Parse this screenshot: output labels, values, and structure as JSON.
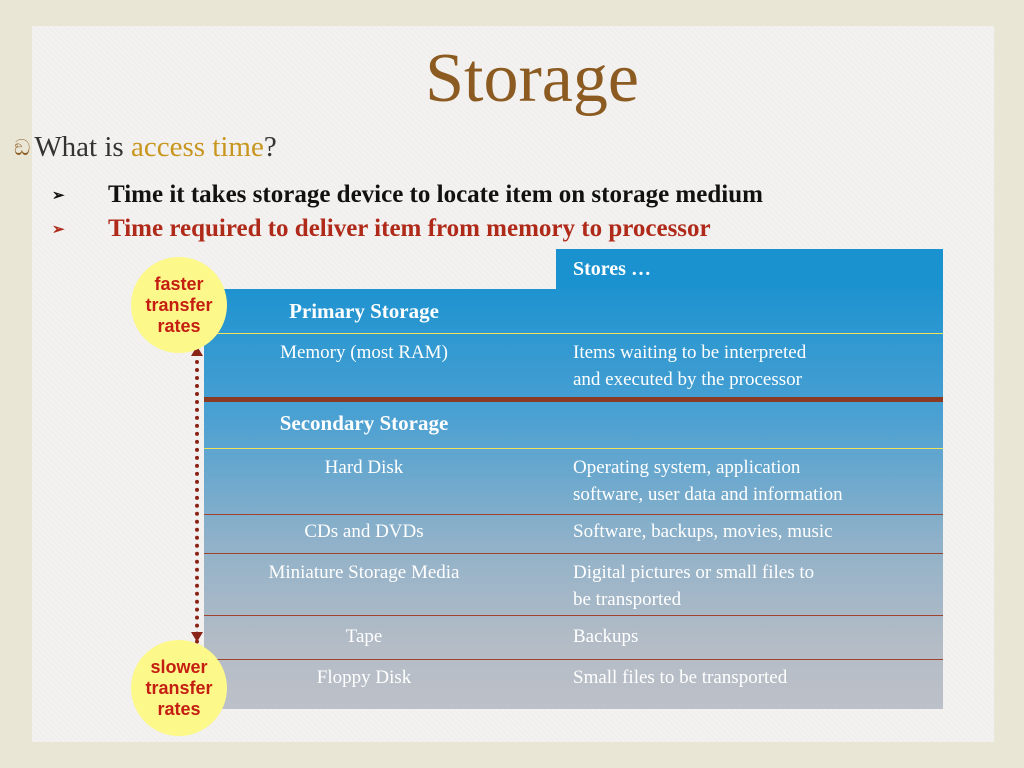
{
  "slide": {
    "title": "Storage",
    "question": {
      "prefix": "What is ",
      "highlight": "access time",
      "suffix": "?"
    },
    "bullets": [
      "Time it takes storage device to locate item on storage medium",
      "Time required to deliver item from memory to processor"
    ]
  },
  "table": {
    "stores_header": "Stores …",
    "primary_label": "Primary Storage",
    "secondary_label": "Secondary Storage",
    "primary_rows": [
      {
        "device": "Memory (most RAM)",
        "stores_line1": "Items waiting to be interpreted",
        "stores_line2": "and executed by the processor"
      }
    ],
    "secondary_rows": [
      {
        "device": "Hard Disk",
        "stores_line1": "Operating system, application",
        "stores_line2": "software, user data and information"
      },
      {
        "device": "CDs and DVDs",
        "stores_line1": "Software, backups, movies, music",
        "stores_line2": ""
      },
      {
        "device": "Miniature Storage Media",
        "stores_line1": "Digital pictures or small files to",
        "stores_line2": "be transported"
      },
      {
        "device": "Tape",
        "stores_line1": "Backups",
        "stores_line2": ""
      },
      {
        "device": "Floppy Disk",
        "stores_line1": "Small files to be transported",
        "stores_line2": ""
      }
    ]
  },
  "indicators": {
    "faster": [
      "faster",
      "transfer",
      "rates"
    ],
    "slower": [
      "slower",
      "transfer",
      "rates"
    ]
  },
  "colors": {
    "title": "#8b5b22",
    "highlight": "#c8961e",
    "second_bullet": "#b02a1a",
    "header_blue": "#1a92cf",
    "circle_fill": "#fdf88a",
    "circle_text": "#c41e12"
  }
}
